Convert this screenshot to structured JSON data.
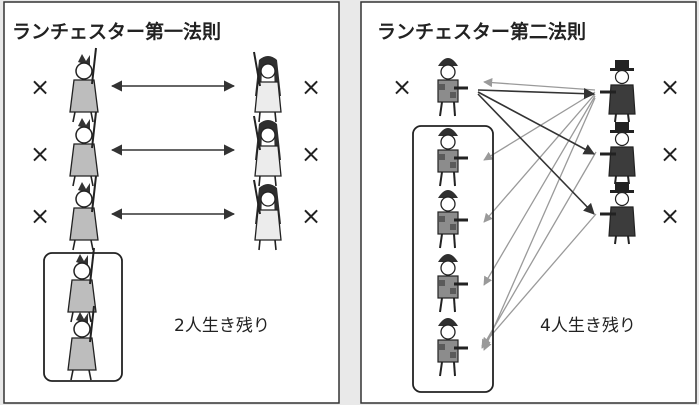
{
  "left": {
    "title": "ランチェスター第一法則",
    "result": "2人生き残り",
    "mark": "×"
  },
  "right": {
    "title": "ランチェスター第二法則",
    "result": "4人生き残り",
    "mark": "×"
  },
  "colors": {
    "background": "#e9e9e9",
    "panel": "#ffffff",
    "border": "#333333",
    "ink": "#222222",
    "arrow_gray": "#9a9a9a",
    "arrow_dark": "#333333"
  }
}
